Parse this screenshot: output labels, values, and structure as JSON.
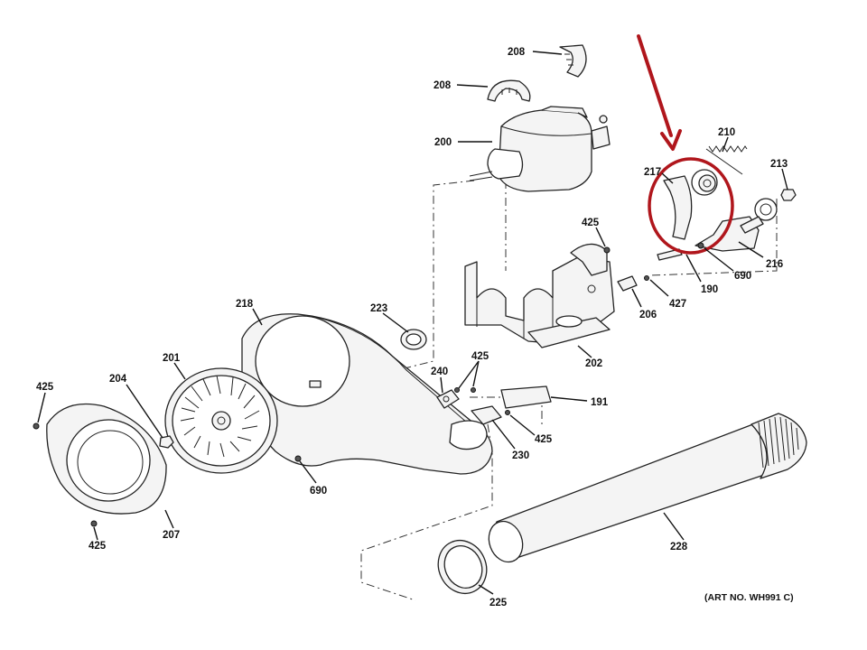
{
  "diagram": {
    "art_number": "(ART NO. WH991 C)",
    "highlight_color": "#b0161c",
    "labels": {
      "p208a": "208",
      "p208b": "208",
      "p200": "200",
      "p210": "210",
      "p213": "213",
      "p217": "217",
      "p216": "216",
      "p690a": "690",
      "p190": "190",
      "p425a": "425",
      "p427": "427",
      "p206": "206",
      "p202": "202",
      "p218": "218",
      "p223": "223",
      "p201": "201",
      "p204": "204",
      "p425b": "425",
      "p240": "240",
      "p425c": "425",
      "p191": "191",
      "p425d": "425",
      "p230": "230",
      "p690b": "690",
      "p425e": "425",
      "p207": "207",
      "p228": "228",
      "p225": "225"
    }
  }
}
